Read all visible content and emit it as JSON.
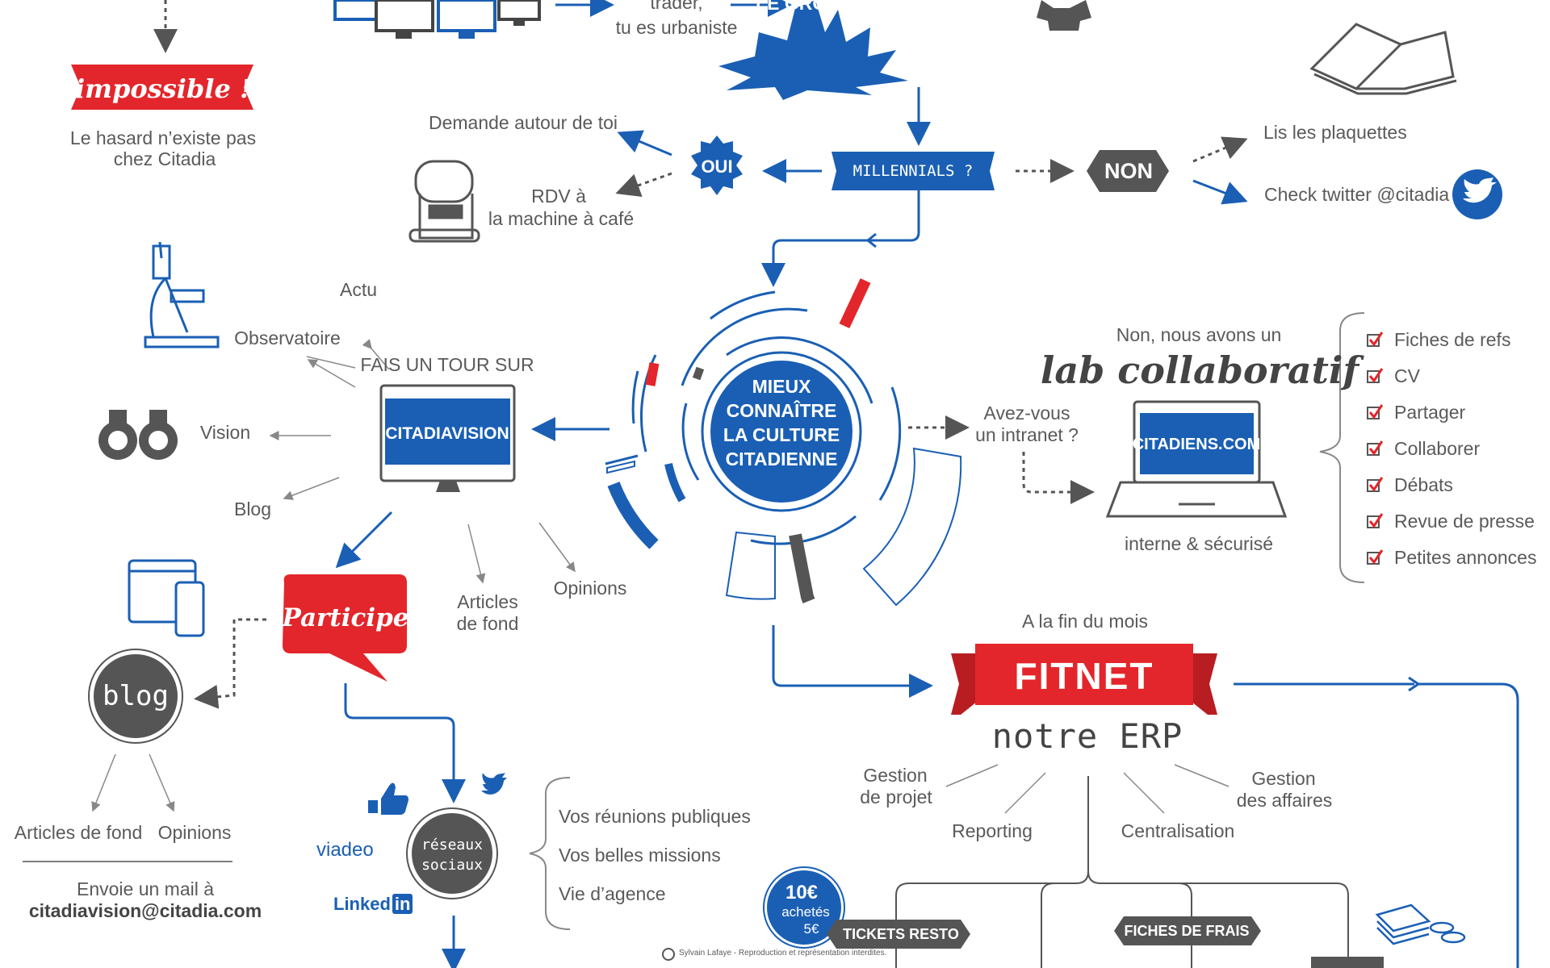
{
  "texts": {
    "groupe": "LE GROUPE ?",
    "trader": "trader,",
    "urbaniste": "tu es urbaniste",
    "impossible": "impossible !",
    "hasard1": "Le hasard n’existe pas",
    "hasard2": "chez Citadia",
    "demande": "Demande autour de toi",
    "oui": "OUI",
    "rdv1": "RDV à",
    "rdv2": "la machine à café",
    "millennials": "MILLENNIALS ?",
    "non": "NON",
    "plaquettes": "Lis les plaquettes",
    "twitter": "Check twitter @citadia",
    "actu": "Actu",
    "observatoire": "Observatoire",
    "tour": "FAIS UN TOUR SUR",
    "citadiavision": "CITADIAVISION",
    "vision": "Vision",
    "blog_label": "Blog",
    "articles1": "Articles",
    "articles2": "de fond",
    "opinions": "Opinions",
    "center1": "MIEUX",
    "center2": "CONNAÎTRE",
    "center3": "LA CULTURE",
    "center4": "CITADIENNE",
    "intranet1": "Avez-vous",
    "intranet2": "un intranet ?",
    "nonlab": "Non, nous avons un",
    "lab": "lab collaboratif",
    "citadiens": "CITADIENS.COM",
    "interne": "interne & sécurisé",
    "participe": "Participe",
    "blog": "blog",
    "articles_fond": "Articles de fond",
    "opinions2": "Opinions",
    "mail1": "Envoie un mail à",
    "mail2": "citadiavision@citadia.com",
    "reseaux1": "réseaux",
    "reseaux2": "sociaux",
    "viadeo": "viadeo",
    "linkedin": "Linked",
    "linkedin_in": "in",
    "reunions": "Vos réunions publiques",
    "missions": "Vos belles missions",
    "vie": "Vie d’agence",
    "finmois": "A la fin du mois",
    "fitnet": "FITNET",
    "erp": "notre ERP",
    "gestion_projet1": "Gestion",
    "gestion_projet2": "de projet",
    "reporting": "Reporting",
    "centralisation": "Centralisation",
    "gestion_aff1": "Gestion",
    "gestion_aff2": "des affaires",
    "prix1": "10€",
    "prix2": "achetés",
    "prix3": "5€",
    "tickets": "TICKETS RESTO",
    "frais": "FICHES DE FRAIS",
    "credit": "Sylvain Lafaye - Reproduction et représentation interdites."
  },
  "lab_items": [
    "Fiches de refs",
    "CV",
    "Partager",
    "Collaborer",
    "Débats",
    "Revue de presse",
    "Petites annonces"
  ],
  "colors": {
    "blue": "#1a5fb4",
    "red": "#e3262b",
    "grey": "#555555",
    "light_grey": "#888888"
  },
  "icons": [
    "computer-monitors-icon",
    "burst-badge-icon",
    "tshirt-icon",
    "open-book-icon",
    "coffee-machine-icon",
    "twitter-bird-icon",
    "microscope-icon",
    "binoculars-icon",
    "monitor-icon",
    "laptop-icon",
    "checkbox-icon",
    "devices-quote-icon",
    "thumbs-up-icon",
    "twitter-small-icon",
    "money-stack-icon"
  ]
}
